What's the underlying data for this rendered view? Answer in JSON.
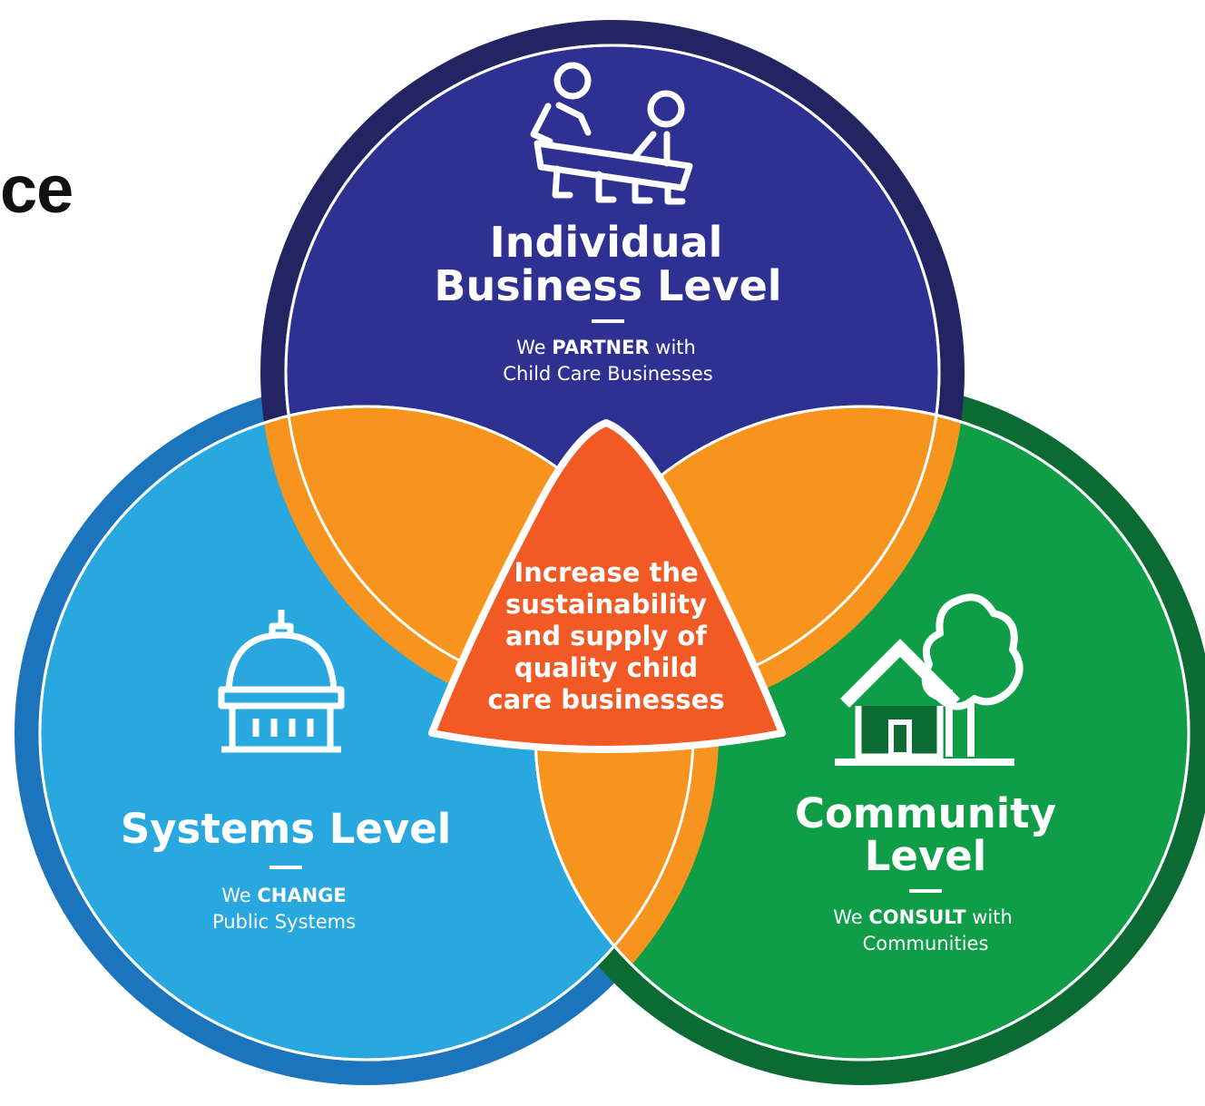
{
  "heading_fragment": "ce",
  "individual": {
    "title_line1": "Individual",
    "title_line2": "Business Level",
    "verb_prefix": "We ",
    "verb": "PARTNER",
    "verb_suffix": " with",
    "sub_line2": "Child Care Businesses",
    "icon": "two-people-carrying-table-icon"
  },
  "systems": {
    "title": "Systems Level",
    "verb_prefix": "We ",
    "verb": "CHANGE",
    "verb_suffix": "",
    "sub_line2": "Public Systems",
    "icon": "capitol-building-icon"
  },
  "community": {
    "title_line1": "Community",
    "title_line2": "Level",
    "verb_prefix": "We ",
    "verb": "CONSULT",
    "verb_suffix": " with",
    "sub_line2": "Communities",
    "icon": "house-and-tree-icon"
  },
  "center": {
    "lines": [
      "Increase the",
      "sustainability",
      "and supply of",
      "quality child",
      "care businesses"
    ]
  },
  "colors": {
    "individual": "#2E3192",
    "individual_ring": "#232462",
    "systems": "#29A8E0",
    "systems_ring": "#1C75BC",
    "community": "#0F9D48",
    "community_ring": "#0B6B32",
    "overlap": "#F7941D",
    "center": "#F15A24"
  }
}
